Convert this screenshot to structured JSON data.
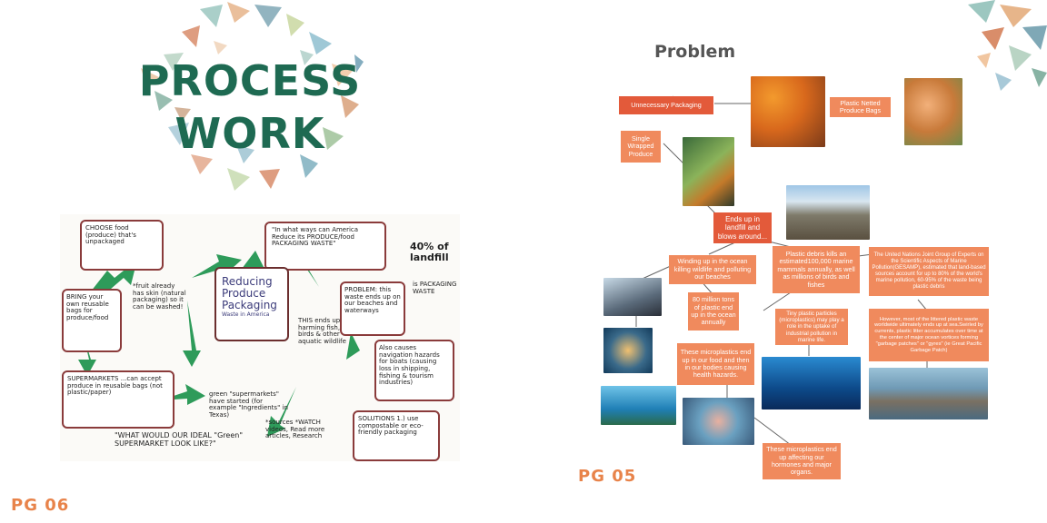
{
  "left_page": {
    "title_line1": "PROCESS",
    "title_line2": "WORK",
    "page_label": "PG 06",
    "sketch": {
      "center_title": [
        "Reducing",
        "Produce",
        "Packaging"
      ],
      "center_sub": "Waste in America",
      "top_right_question": "\"In what ways can America Reduce its PRODUCE/food PACKAGING WASTE\"",
      "choose": "CHOOSE food (produce) that's unpackaged",
      "stat": "40% of landfill",
      "packaging_waste": "is PACKAGING WASTE",
      "bring": "BRING your own reusable bags for produce/food",
      "fruit_note": "*fruit already has skin (natural packaging) so it can be washed!",
      "problem": "PROBLEM: this waste ends up on our beaches and waterways",
      "harming": "THIS ends up harming fish, birds & other aquatic wildlife",
      "navigation": "Also causes navigation hazards for boats (causing loss in shipping, fishing & tourism industries)",
      "supermarkets": "SUPERMARKETS ...can accept produce in reusable bags (not plastic/paper)",
      "green_note": "green \"supermarkets\" have started (for example \"Ingredients\" in Texas)",
      "solutions": "SOLUTIONS 1.) use compostable or eco-friendly packaging",
      "sources": "*sources *WATCH videos, Read more articles, Research",
      "bottom_question": "\"WHAT WOULD OUR IDEAL \"Green\" SUPERMARKET LOOK LIKE?\""
    }
  },
  "right_page": {
    "heading": "Problem",
    "page_label": "PG 05",
    "boxes": {
      "unnecessary": "Unnecessary Packaging",
      "netted": "Plastic Netted Produce Bags",
      "single": "Single Wrapped Produce",
      "landfill": "Ends up in landfill and blows around...",
      "ocean": "Winding up in the ocean killing wildlife and polluting our beaches",
      "debris": "Plastic debris kills an estimated100,000 marine mammals annually, as well as millions of birds and fishes",
      "un_group": "The United Nations Joint Group of Experts on the Scientific Aspects of Marine Pollution(GESAMP), estimated that land-based sources account for up to 80% of the world's marine pollution, 60-95% of the waste being plastic debris",
      "tons": "80 million tons of plastic end up in the ocean annually",
      "tiny": "Tiny plastic particles (microplastics) may play a role in the uptake of industrial pollution in marine life.",
      "ultimately": "However, most of the littered plastic waste worldwide ultimately ends up at sea.Swirled by currents, plastic litter accumulates over time at the center of major ocean vortices forming \"garbage patches\" or \"gyres\" (ie Great Pacific Garbage Patch)",
      "food": "These microplastics end up in our food and then in our bodies causing health hazards.",
      "hormones": "These microplastics end up affecting our hormones and major organs."
    }
  }
}
